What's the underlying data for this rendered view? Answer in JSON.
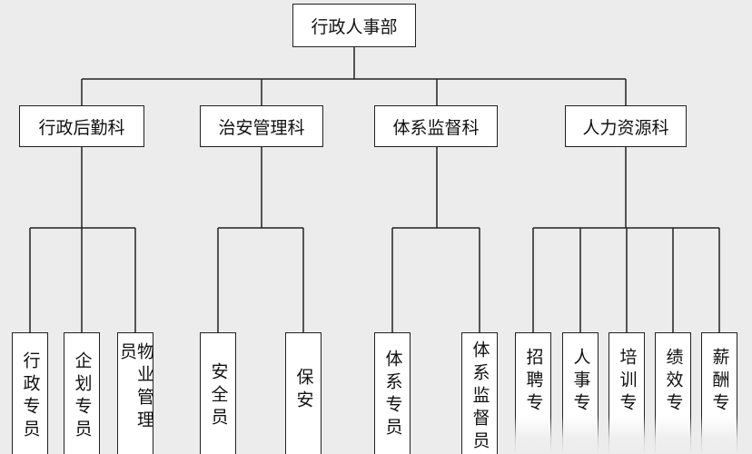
{
  "root": {
    "label": "行政人事部"
  },
  "departments": [
    {
      "label": "行政后勤科",
      "children": [
        {
          "label": "行政专员"
        },
        {
          "label": "企划专员"
        },
        {
          "label": "物业管理员"
        }
      ]
    },
    {
      "label": "治安管理科",
      "children": [
        {
          "label": "安全员"
        },
        {
          "label": "保安"
        }
      ]
    },
    {
      "label": "体系监督科",
      "children": [
        {
          "label": "体系专员"
        },
        {
          "label": "体系监督员"
        }
      ]
    },
    {
      "label": "人力资源科",
      "children": [
        {
          "label": "招聘专"
        },
        {
          "label": "人事专"
        },
        {
          "label": "培训专"
        },
        {
          "label": "绩效专"
        },
        {
          "label": "薪酬专"
        }
      ]
    }
  ]
}
